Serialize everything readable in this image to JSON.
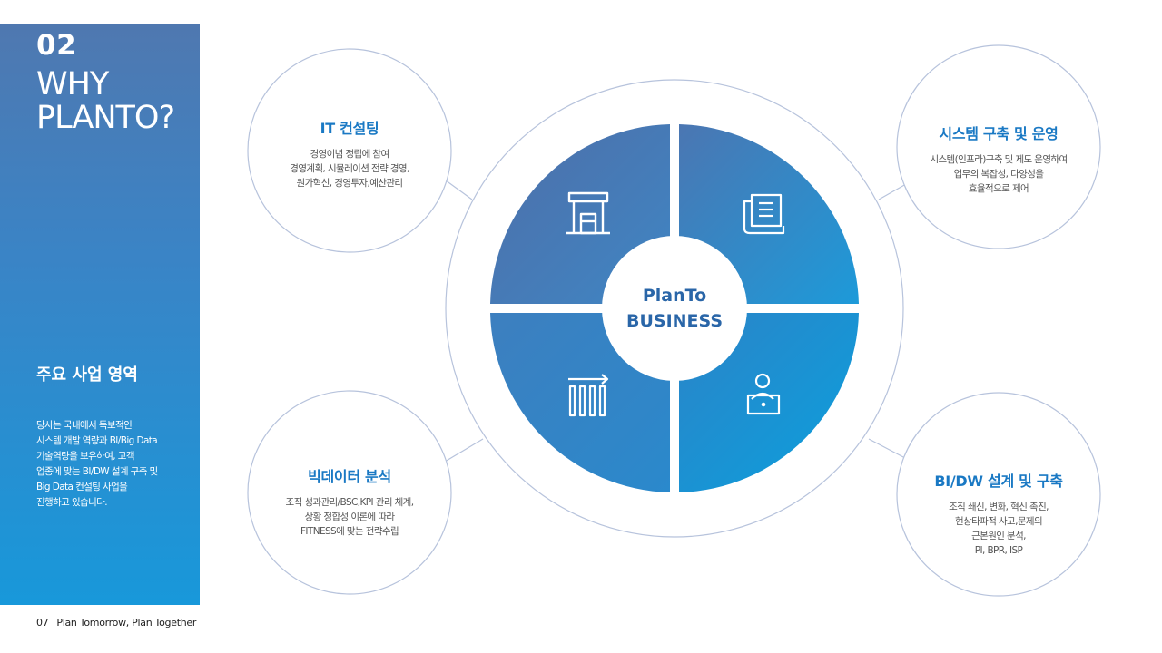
{
  "side": {
    "number": "02",
    "title_lines": [
      "WHY",
      "PLANTO?"
    ],
    "focus_heading": "주요 사업 영역",
    "focus_desc_lines": [
      "당사는 국내에서 독보적인",
      "시스템 개발 역량과 BI/Big Data",
      "기술역량을 보유하여, 고객",
      "업종에 맞는 BI/DW 설계 구축 및",
      "Big Data 컨설팅 사업을",
      "진행하고 있습니다."
    ]
  },
  "footer": {
    "page": "07",
    "slogan": "Plan Tomorrow, Plan Together"
  },
  "center": {
    "line1": "PlanTo",
    "line2": "BUSINESS"
  },
  "services": {
    "it": {
      "title": "IT 컨설팅",
      "desc_lines": [
        "경영이념 정립에 참여",
        "경영계획, 시뮬레이션 전략 경영,",
        "원가혁신, 경영투자,예산관리"
      ]
    },
    "system": {
      "title": "시스템 구축 및 운영",
      "desc_lines": [
        "시스템(인프라)구축 및 제도 운영하여",
        "업무의 복잡성, 다양성을",
        "효율적으로 제어"
      ]
    },
    "bigdata": {
      "title": "빅데이터 분석",
      "desc_lines": [
        "조직 성과관리/BSC,KPI 관리 체계,",
        "상황 정합성 이론에 따라",
        "FITNESS에 맞는 전략수립"
      ]
    },
    "bidw": {
      "title": "BI/DW 설계 및 구축",
      "desc_lines": [
        "조직 쇄신, 변화, 혁신 촉진,",
        "현상타파적 사고,문제의",
        "근본원인 분석,",
        "PI, BPR, ISP"
      ]
    }
  },
  "icons": [
    "building-icon",
    "document-icon",
    "bar-chart-icon",
    "person-laptop-icon"
  ],
  "colors": {
    "accent": "#1a79c4",
    "panel_top": "#4f78b0",
    "panel_bottom": "#1898da",
    "outline": "#b7c3dc"
  }
}
